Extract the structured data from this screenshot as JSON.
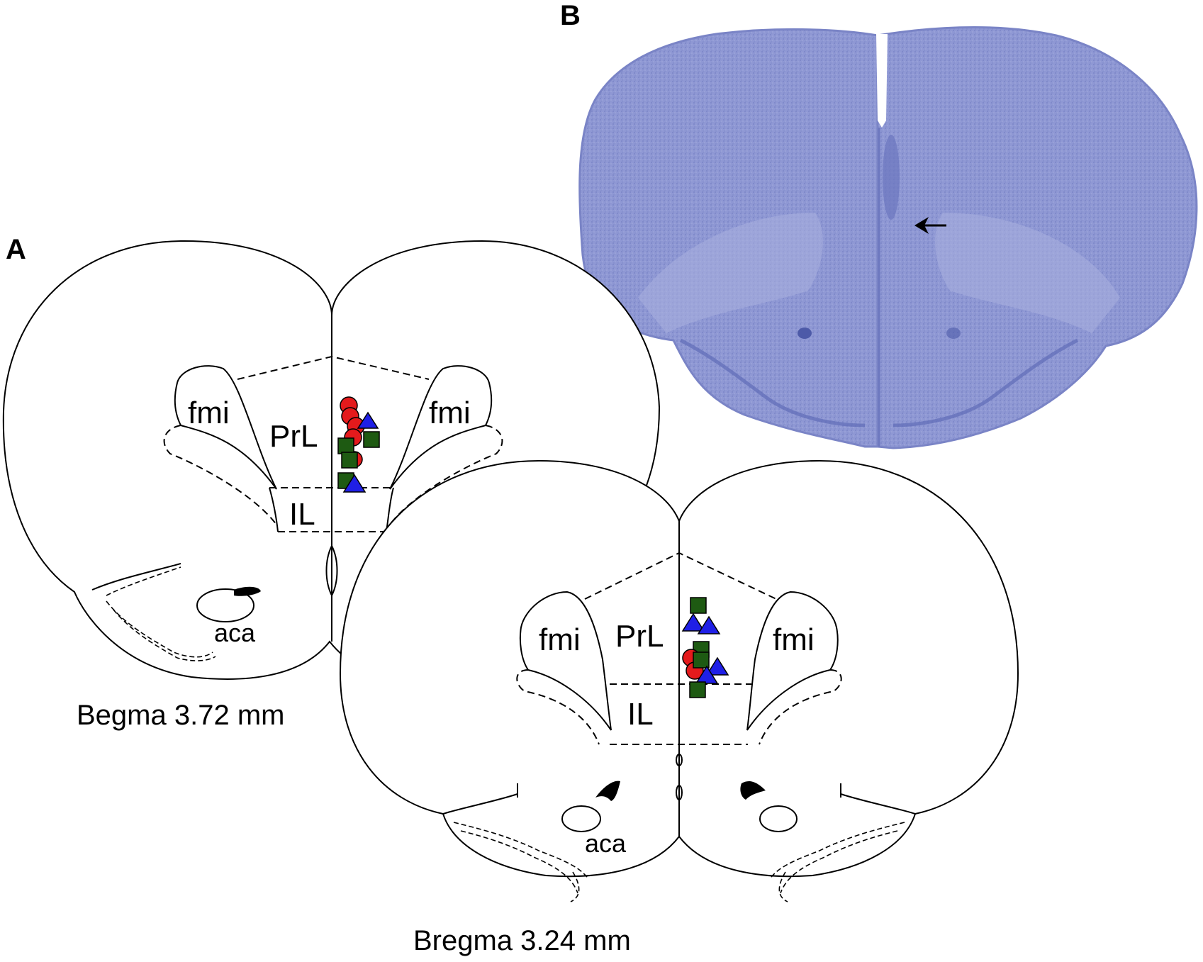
{
  "panels": {
    "a": {
      "letter": "A",
      "caption": "Begma 3.72 mm",
      "labels": {
        "fmi_left": "fmi",
        "fmi_right": "fmi",
        "prl": "PrL",
        "il": "IL",
        "aca": "aca"
      }
    },
    "a2": {
      "caption": "Bregma 3.24 mm",
      "labels": {
        "fmi_left": "fmi",
        "fmi_right": "fmi",
        "prl": "PrL",
        "il": "IL",
        "aca": "aca"
      }
    },
    "b": {
      "letter": "B"
    }
  },
  "colors": {
    "circle_marker": "#e41a1c",
    "triangle_marker": "#1f1fe6",
    "square_marker": "#1e5a12",
    "nissl_stain": "#8d96d2",
    "nissl_dark": "#5f6cb8"
  },
  "icons": {
    "arrow": "arrow-left-icon"
  }
}
